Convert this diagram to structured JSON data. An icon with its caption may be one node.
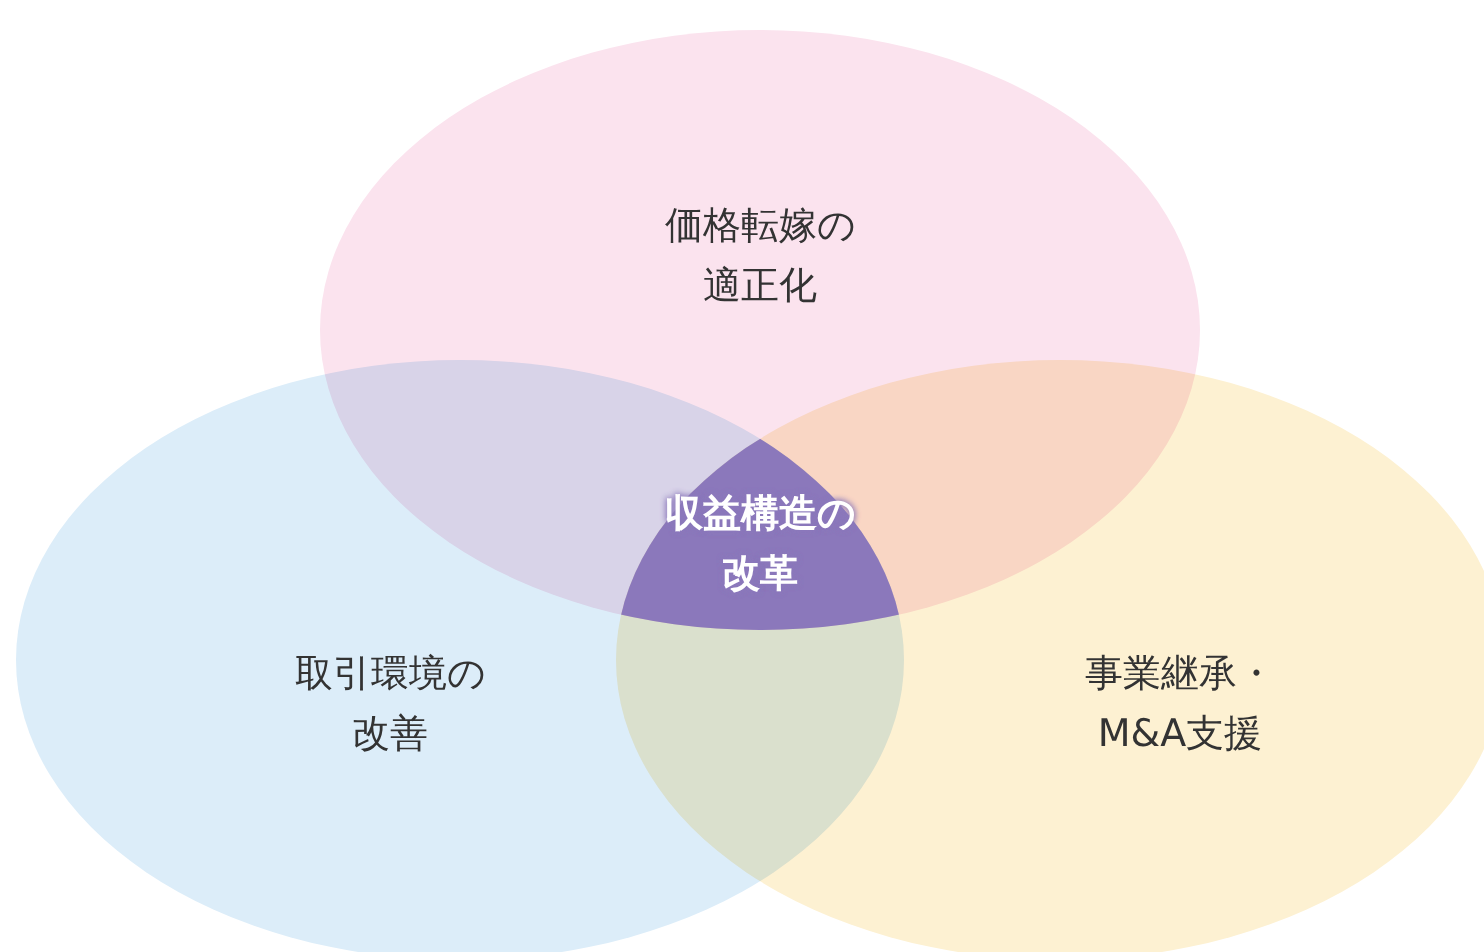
{
  "diagram": {
    "nodes": [
      {
        "text": [
          "価格転嫁の適正化"
        ]
      },
      {
        "text": [
          "取引環境の改善"
        ]
      },
      {
        "text": [
          "事業継承・M&A支援"
        ]
      },
      {
        "text": [
          "収益構造の改革"
        ]
      }
    ]
  }
}
